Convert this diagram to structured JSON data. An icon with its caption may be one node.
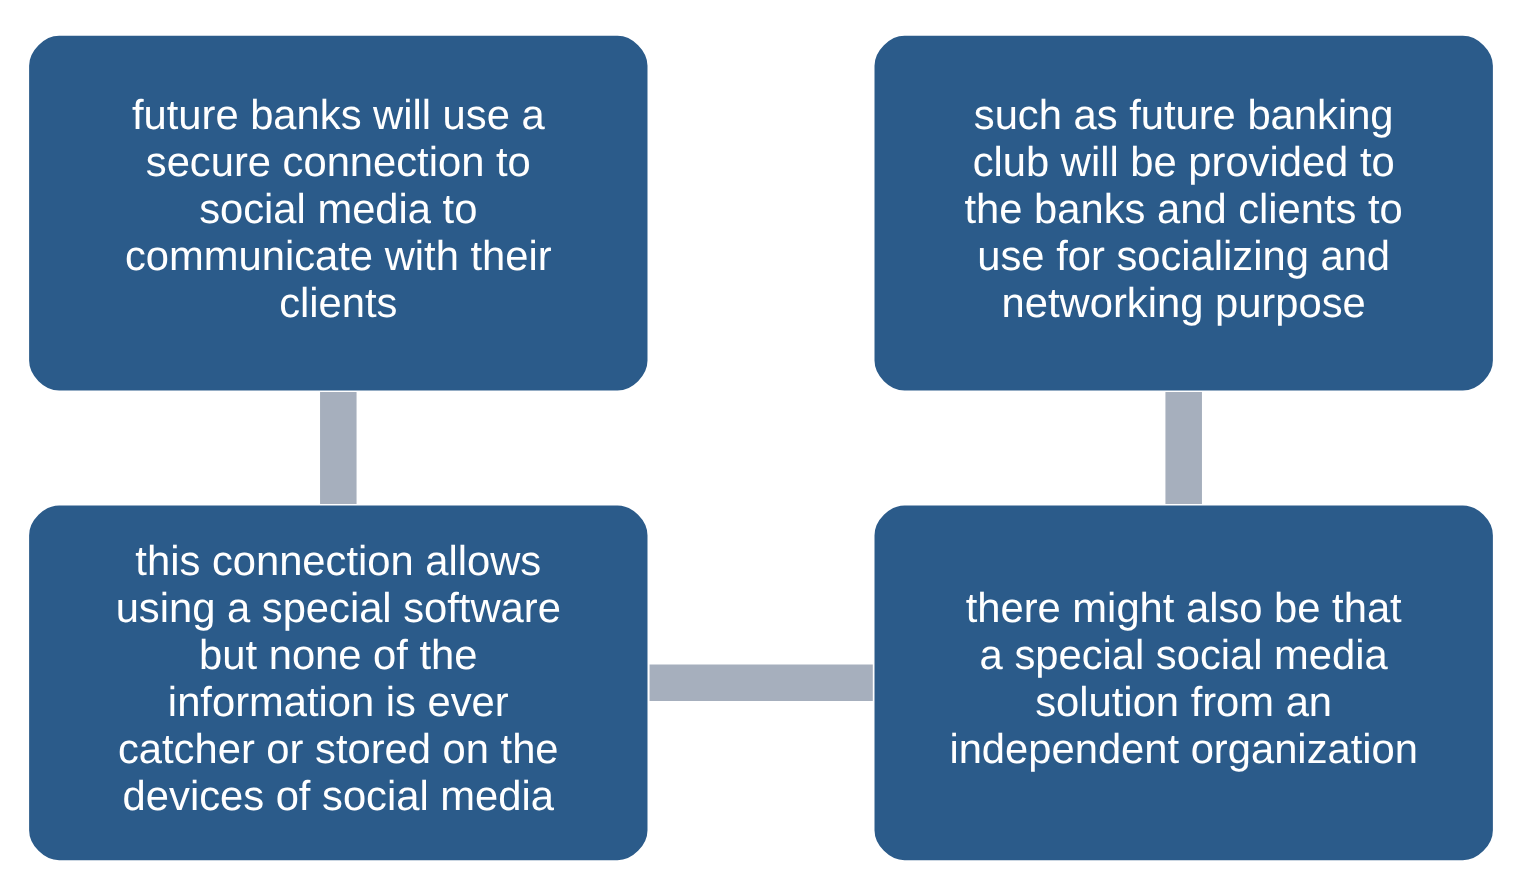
{
  "diagram": {
    "nodes": [
      {
        "text": [
          "future banks will use a secure connection to social media to communicate with their clients"
        ]
      },
      {
        "text": [
          "such as future banking club will be provided to the banks and clients to use for socializing and networking purpose"
        ]
      },
      {
        "text": [
          "this connection allows using a special software but none of the information is ever catcher or stored on the devices of social media"
        ]
      },
      {
        "text": [
          "there might also be that a special social media solution from an independent organization"
        ]
      }
    ],
    "edges": [
      {
        "from": 0,
        "to": 2,
        "arrow": "none"
      },
      {
        "from": 2,
        "to": 3,
        "arrow": "none"
      },
      {
        "from": 3,
        "to": 1,
        "arrow": "none"
      }
    ]
  }
}
